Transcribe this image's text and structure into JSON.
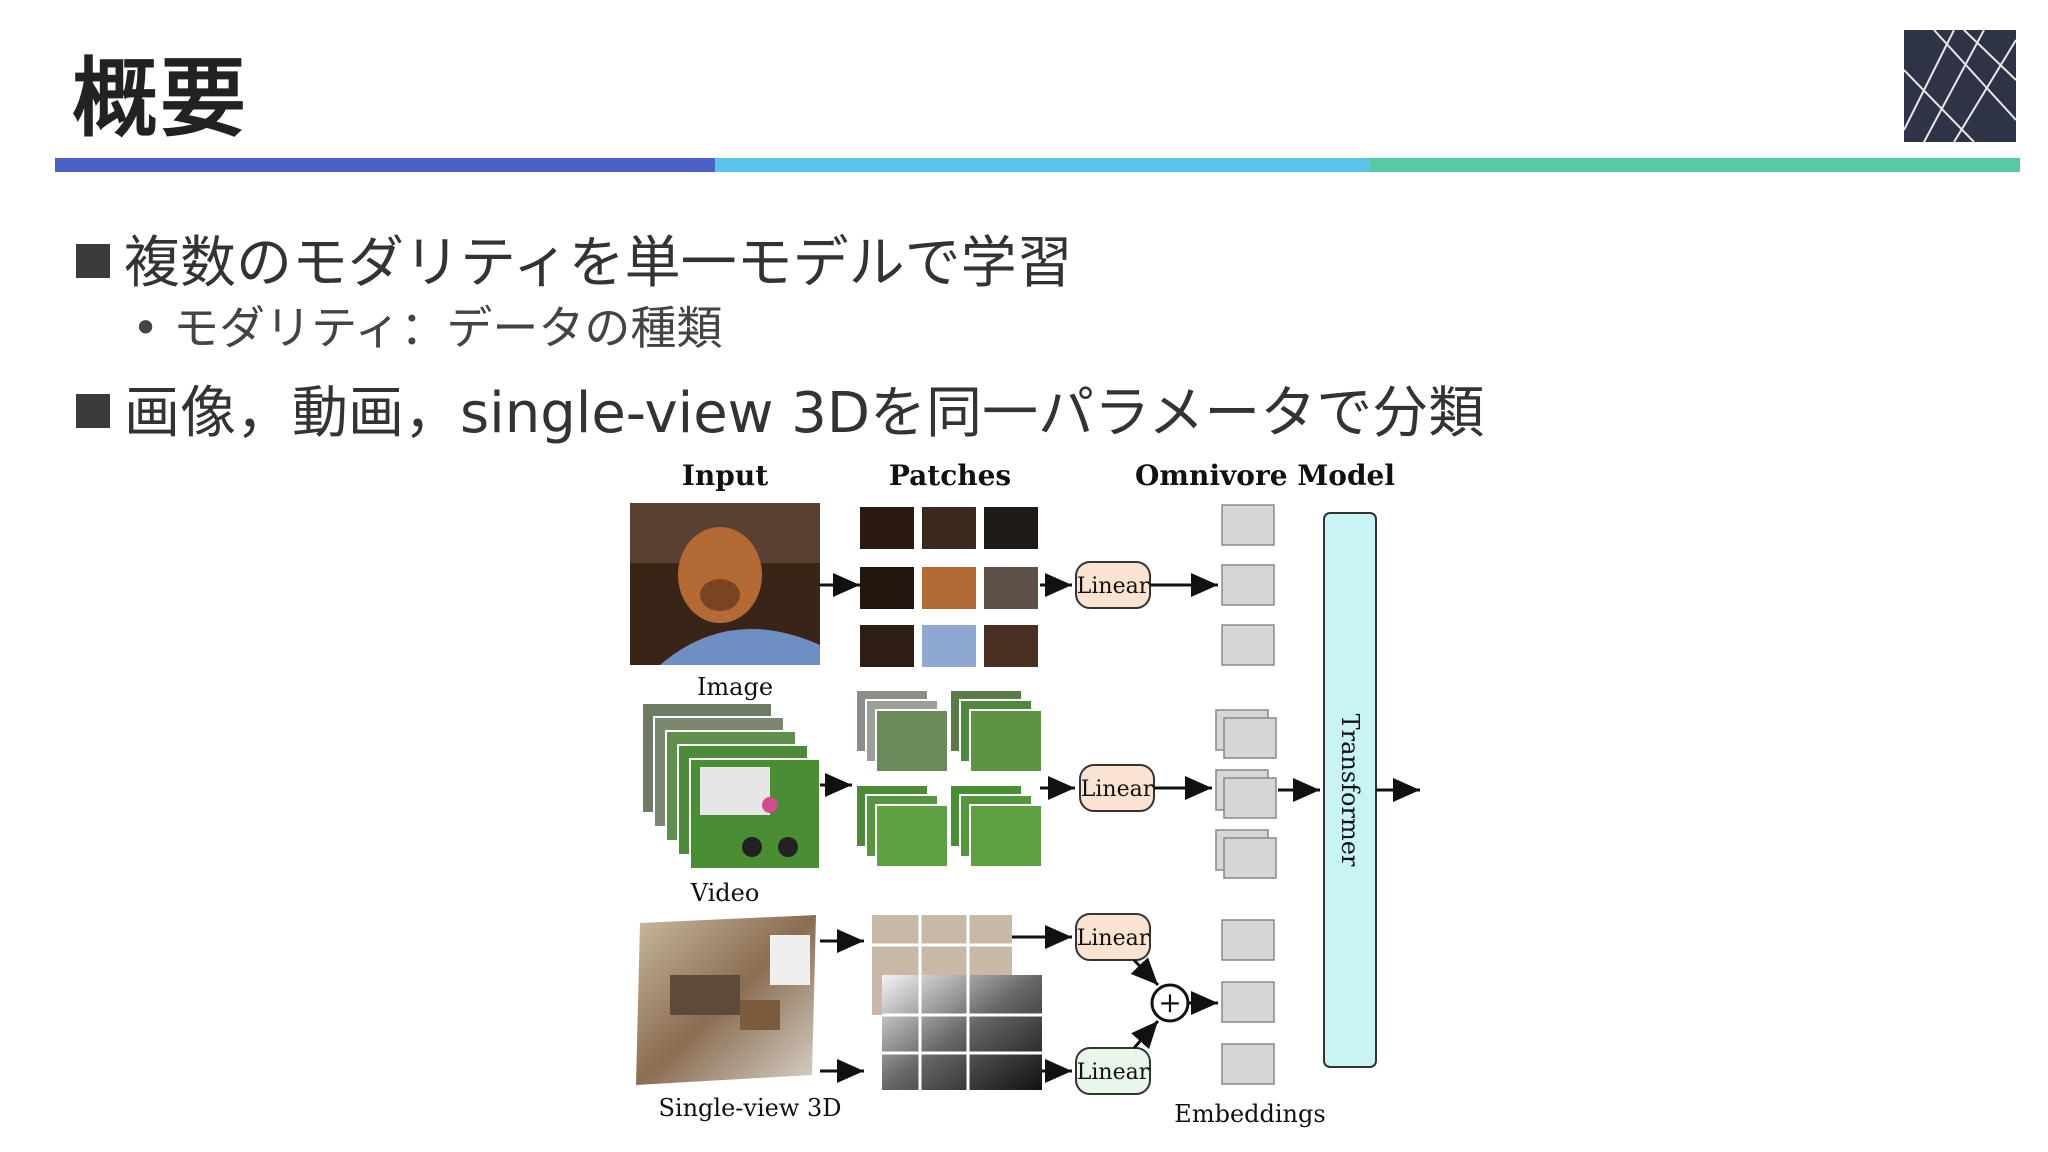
{
  "slide": {
    "title": "概要",
    "bullets": [
      {
        "text": "複数のモダリティを単一モデルで学習"
      },
      {
        "text": "画像，動画，single-view 3Dを同一パラメータで分類"
      }
    ],
    "sub_bullets": [
      {
        "text": "モダリティ：データの種類"
      }
    ],
    "rule_colors": [
      "#4a62c6",
      "#5bc4ea",
      "#58c9a4"
    ],
    "logo_color": "#2e3446"
  },
  "figure": {
    "headers": {
      "input": "Input",
      "patches": "Patches",
      "model": "Omnivore Model"
    },
    "modalities": {
      "image": "Image",
      "video": "Video",
      "single_view_3d": "Single-view 3D"
    },
    "linear_label": "Linear",
    "transformer_label": "Transformer",
    "embeddings_label": "Embeddings",
    "plus_symbol": "+"
  }
}
